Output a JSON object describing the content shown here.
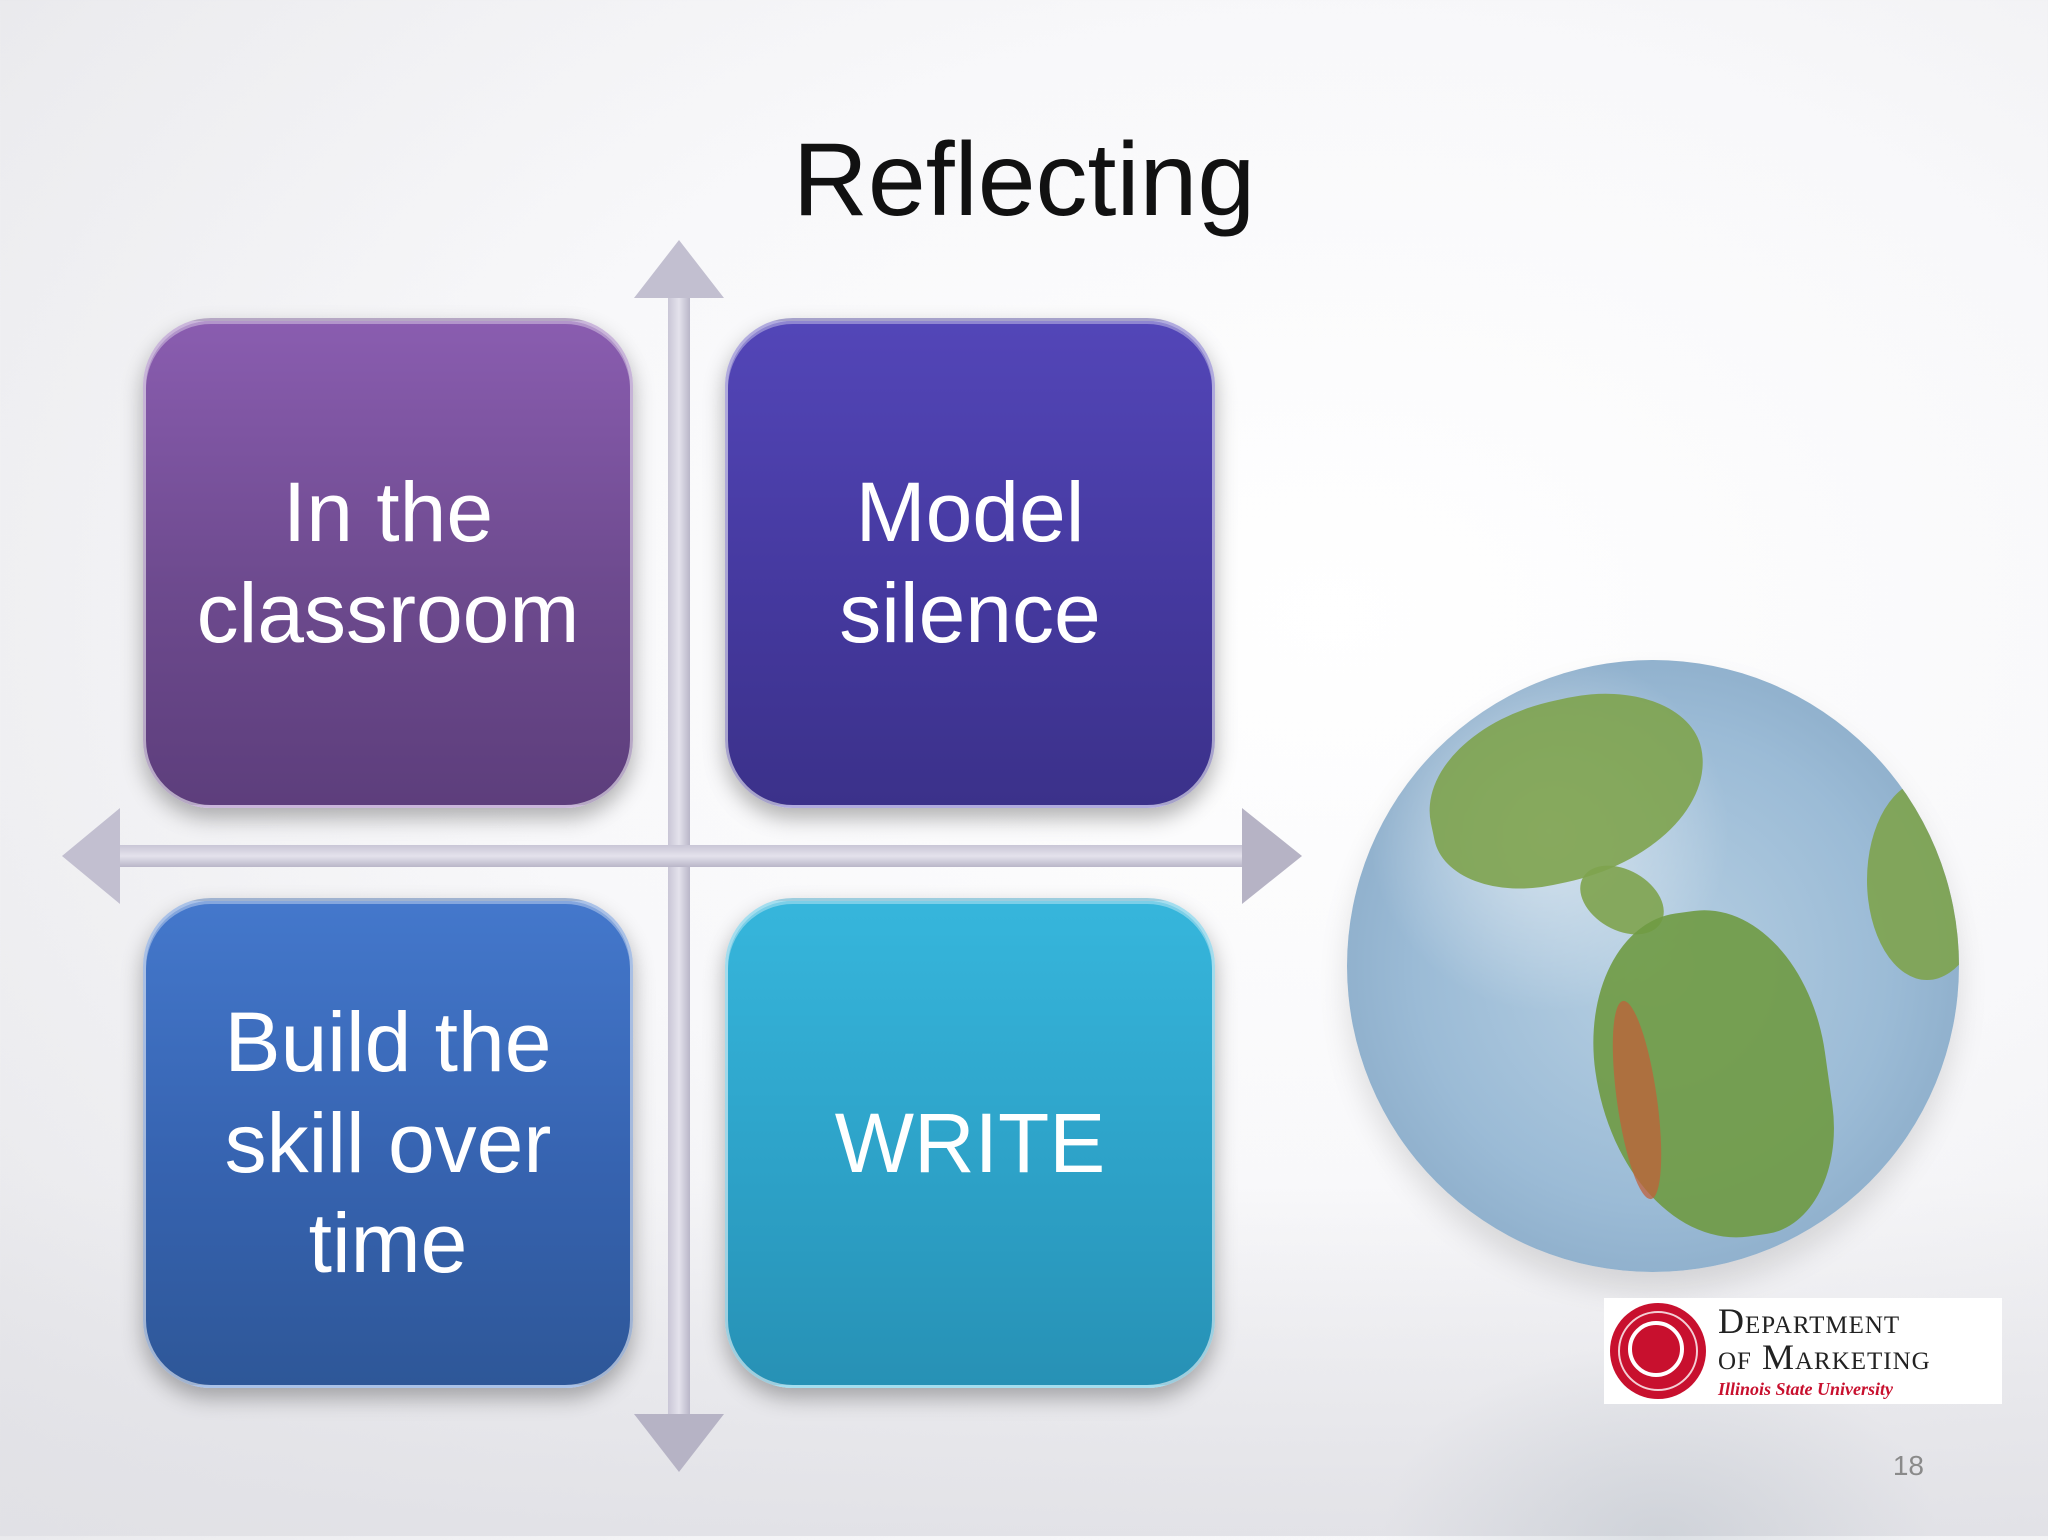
{
  "slide": {
    "title": "Reflecting",
    "quadrants": [
      {
        "text": "In the\nclassroom",
        "color": "#6d4a8e"
      },
      {
        "text": "Model\nsilence",
        "color": "#45399f"
      },
      {
        "text": "Build the\nskill over\ntime",
        "color": "#3663b0"
      },
      {
        "text": "WRITE",
        "color": "#2da2c8"
      }
    ],
    "logo": {
      "line1": "Department",
      "line2": "of Marketing",
      "line3": "Illinois State University"
    },
    "page_number": "18"
  }
}
